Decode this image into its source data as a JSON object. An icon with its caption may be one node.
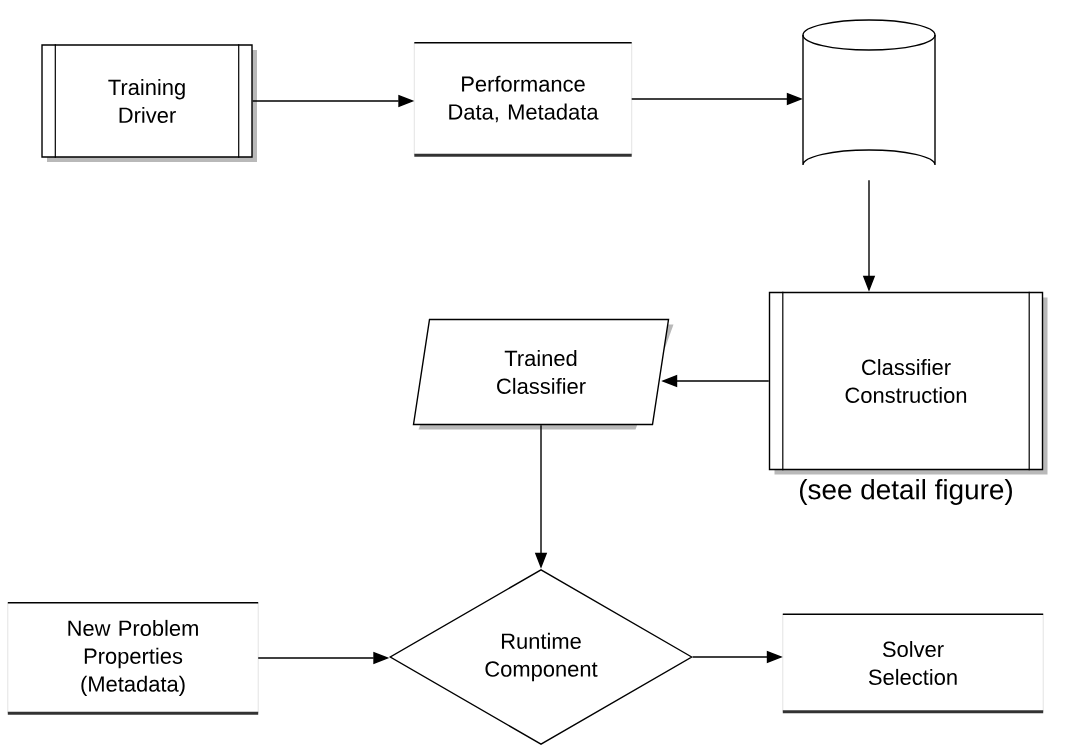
{
  "diagram": {
    "nodes": [
      {
        "text": [
          "Training Driver"
        ]
      },
      {
        "text": [
          "Performance Data, Metadata"
        ]
      },
      {
        "text": [],
        "shape": "cylinder"
      },
      {
        "text": [
          "Classifier Construction"
        ],
        "beside": [
          "(see detail figure)"
        ]
      },
      {
        "text": [
          "Trained Classifier"
        ]
      },
      {
        "text": [
          "New Problem Properties (Metadata)"
        ]
      },
      {
        "text": [
          "Runtime Component"
        ]
      },
      {
        "text": [
          "Solver Selection"
        ]
      }
    ],
    "edges": [
      {
        "from": 0,
        "to": 1,
        "arrow": "to"
      },
      {
        "from": 1,
        "to": 2,
        "arrow": "to"
      },
      {
        "from": 2,
        "to": 3,
        "arrow": "to"
      },
      {
        "from": 3,
        "to": 4,
        "arrow": "to"
      },
      {
        "from": 4,
        "to": 6,
        "arrow": "to"
      },
      {
        "from": 5,
        "to": 6,
        "arrow": "to"
      },
      {
        "from": 6,
        "to": 7,
        "arrow": "to"
      }
    ]
  }
}
